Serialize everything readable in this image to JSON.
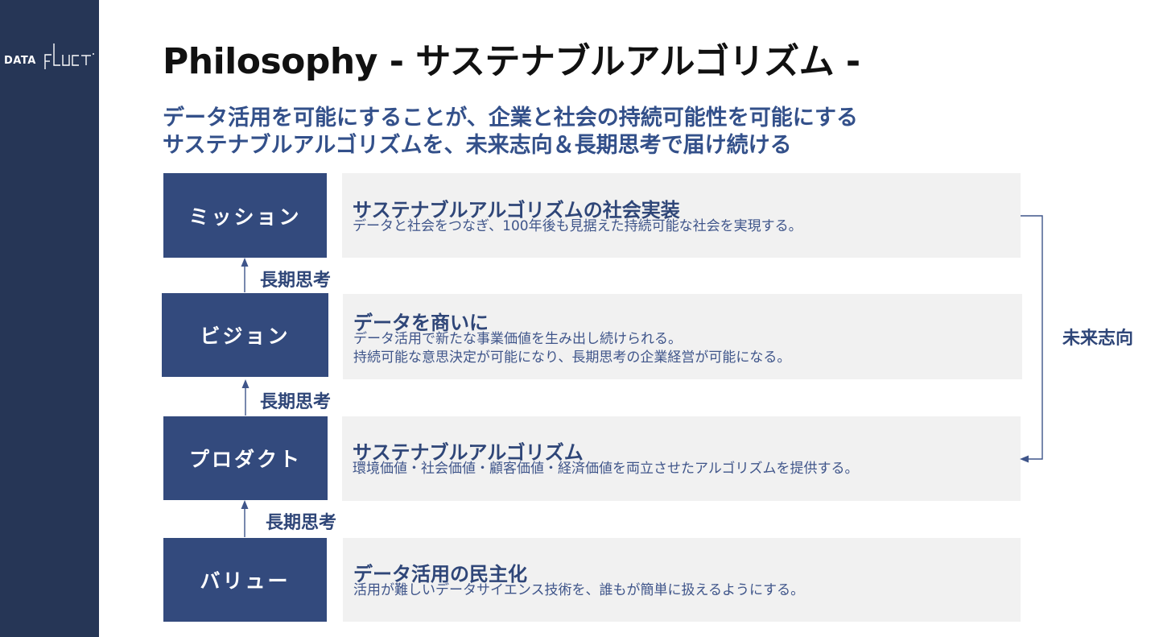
{
  "logo": {
    "text": "DATAFLUCT"
  },
  "title": "Philosophy - サステナブルアルゴリズム -",
  "subtitle": {
    "line1": "データ活用を可能にすることが、企業と社会の持続可能性を可能にする",
    "line2": "サステナブルアルゴリズムを、未来志向＆長期思考で届け続ける"
  },
  "rows": [
    {
      "label": "ミッション",
      "heading": "サステナブルアルゴリズムの社会実装",
      "desc": [
        "データと社会をつなぎ、100年後も見据えた持続可能な社会を実現する。"
      ]
    },
    {
      "label": "ビジョン",
      "heading": "データを商いに",
      "desc": [
        "データ活用で新たな事業価値を生み出し続けられる。",
        "持続可能な意思決定が可能になり、長期思考の企業経営が可能になる。"
      ]
    },
    {
      "label": "プロダクト",
      "heading": "サステナブルアルゴリズム",
      "desc": [
        "環境価値・社会価値・顧客価値・経済価値を両立させたアルゴリズムを提供する。"
      ]
    },
    {
      "label": "バリュー",
      "heading": "データ活用の民主化",
      "desc": [
        "活用が難しいデータサイエンス技術を、誰もが簡単に扱えるようにする。"
      ]
    }
  ],
  "step_labels": [
    "長期思考",
    "長期思考",
    "長期思考"
  ],
  "future_label": "未来志向",
  "colors": {
    "sidebar": "#263656",
    "box": "#334a7d",
    "accent_text": "#2f4678",
    "panel": "#f1f1f1"
  }
}
